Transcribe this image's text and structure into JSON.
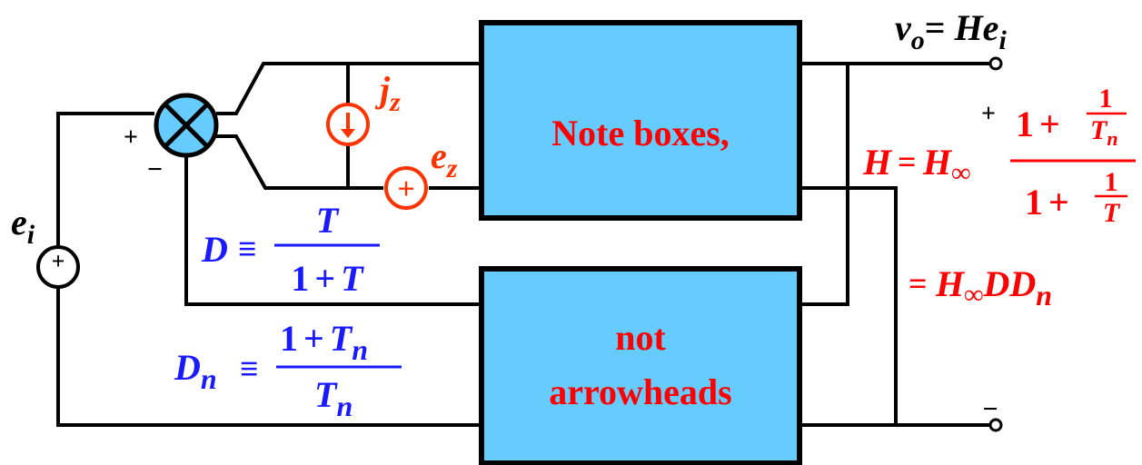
{
  "blocks": {
    "top_label": "Note boxes,",
    "bottom_label_line1": "not",
    "bottom_label_line2": "arrowheads"
  },
  "output": {
    "v": "v",
    "v_sub": "o",
    "equals": "= ",
    "H": "He",
    "H_sub": "i",
    "plus": "+",
    "minus": "−"
  },
  "input": {
    "e": "e",
    "e_sub": "i",
    "source_sign": "+"
  },
  "summer": {
    "plus": "+",
    "minus": "−"
  },
  "injections": {
    "j": "j",
    "j_sub": "z",
    "e": "e",
    "e_sub": "z",
    "plus": "+"
  },
  "equations": {
    "D": {
      "lhs": "D",
      "rel": "≡",
      "num": "T",
      "den_1": "1",
      "den_op": "+",
      "den_T": "T"
    },
    "Dn": {
      "lhs": "D",
      "lhs_sub": "n",
      "rel": "≡",
      "num_1": "1",
      "num_op": "+",
      "num_T": "T",
      "num_sub": "n",
      "den_T": "T",
      "den_sub": "n"
    },
    "H": {
      "lhs": "H",
      "rel": "=",
      "Hinf": "H",
      "inf": "∞",
      "num_1": "1",
      "num_op": "+",
      "num_frac_num": "1",
      "num_frac_den": "T",
      "num_frac_den_sub": "n",
      "den_1": "1",
      "den_op": "+",
      "den_frac_num": "1",
      "den_frac_den": "T"
    },
    "H2": {
      "rel": "=",
      "Hinf": "H",
      "inf": "∞",
      "rest": "DD",
      "sub": "n"
    }
  },
  "colors": {
    "block_fill": "#66ccff",
    "red": "#ff0000",
    "blue": "#1a1aff",
    "orange_red": "#ff3300"
  }
}
